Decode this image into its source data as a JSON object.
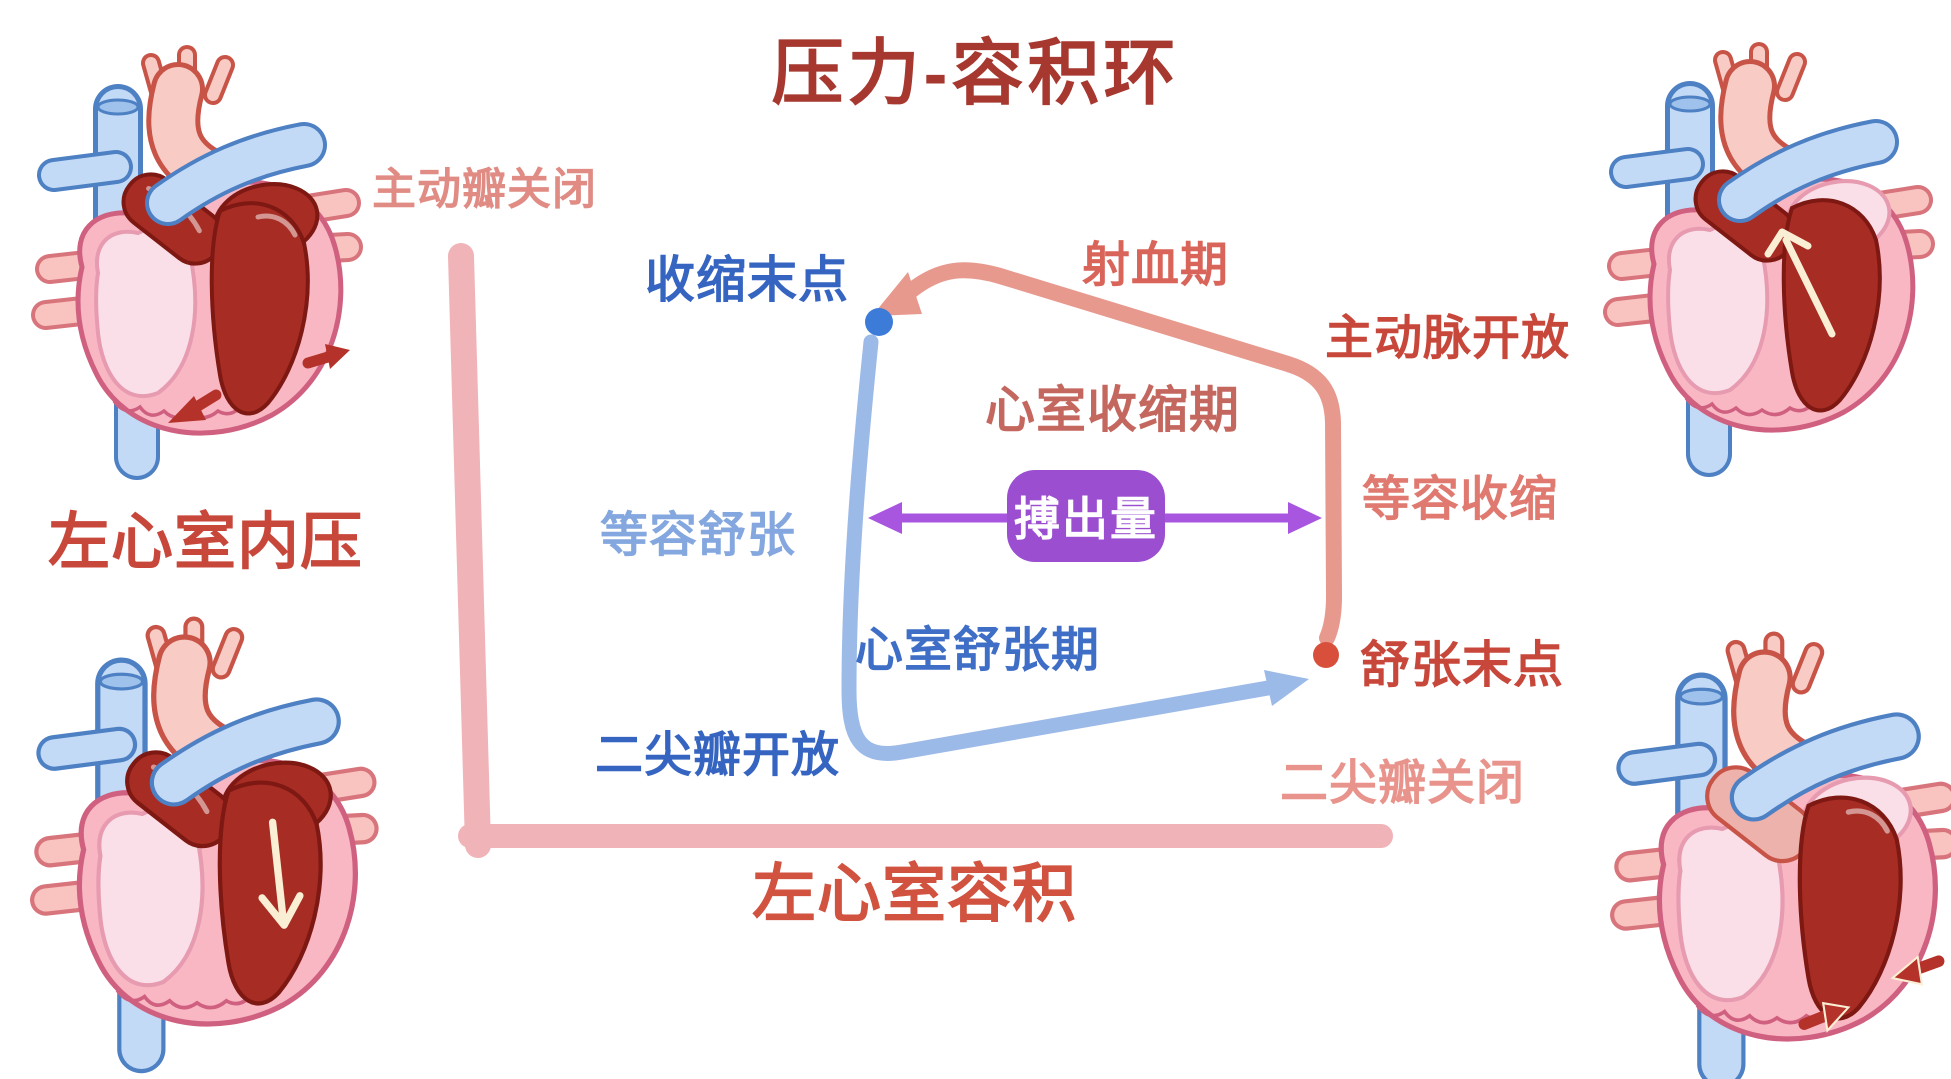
{
  "title": "压力-容积环",
  "axes": {
    "y_label": "左心室内压",
    "x_label": "左心室容积"
  },
  "loop": {
    "points": {
      "end_systolic": "收缩末点",
      "end_diastolic": "舒张末点"
    },
    "events": {
      "aortic_valve_closes": "主动瓣关闭",
      "aortic_valve_opens": "主动脉开放",
      "mitral_valve_opens": "二尖瓣开放",
      "mitral_valve_closes": "二尖瓣关闭"
    },
    "phases": {
      "ejection": "射血期",
      "ventricular_systole": "心室收缩期",
      "isovolumic_contraction": "等容收缩",
      "isovolumic_relaxation": "等容舒张",
      "ventricular_diastole": "心室舒张期"
    },
    "stroke_volume": "搏出量"
  },
  "colors": {
    "title": "#A6382F",
    "red_label": "#C8473B",
    "salmon_label": "#E08B84",
    "blue_label": "#3565C1",
    "light_blue_label": "#83A7DE",
    "loop_systolic_limb": "#E8998E",
    "loop_diastolic_limb": "#9CBAE8",
    "axis_pink": "#F0B3B8",
    "end_systolic_dot": "#3D7BD9",
    "end_diastolic_dot": "#D8503C",
    "stroke_volume_box": "#9B4FD0"
  },
  "illustrations": {
    "top_left": "heart-diastole-relaxing-icon",
    "top_right": "heart-ejection-icon",
    "bottom_left": "heart-filling-icon",
    "bottom_right": "heart-isovolumic-contraction-icon"
  }
}
